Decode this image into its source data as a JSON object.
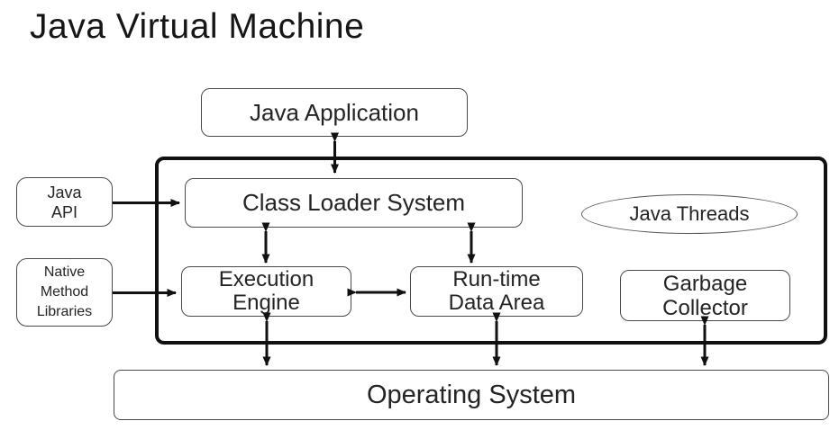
{
  "title": "Java Virtual Machine",
  "colors": {
    "background": "#ffffff",
    "ink": "#1a1a1a",
    "thin_border": "#4a4a4a",
    "jvm_border": "#111111"
  },
  "diagram": {
    "java_application": {
      "label": "Java Application"
    },
    "jvm_boundary": {
      "name": "Java Virtual Machine boundary"
    },
    "java_api": {
      "lines": [
        "Java",
        "API"
      ]
    },
    "native_method_libraries": {
      "lines": [
        "Native",
        "Method",
        "Libraries"
      ]
    },
    "class_loader_system": {
      "label": "Class Loader System"
    },
    "java_threads": {
      "label": "Java Threads"
    },
    "execution_engine": {
      "lines": [
        "Execution",
        "Engine"
      ]
    },
    "runtime_data_area": {
      "lines": [
        "Run-time",
        "Data Area"
      ]
    },
    "garbage_collector": {
      "lines": [
        "Garbage",
        "Collector"
      ]
    },
    "operating_system": {
      "label": "Operating System"
    }
  }
}
